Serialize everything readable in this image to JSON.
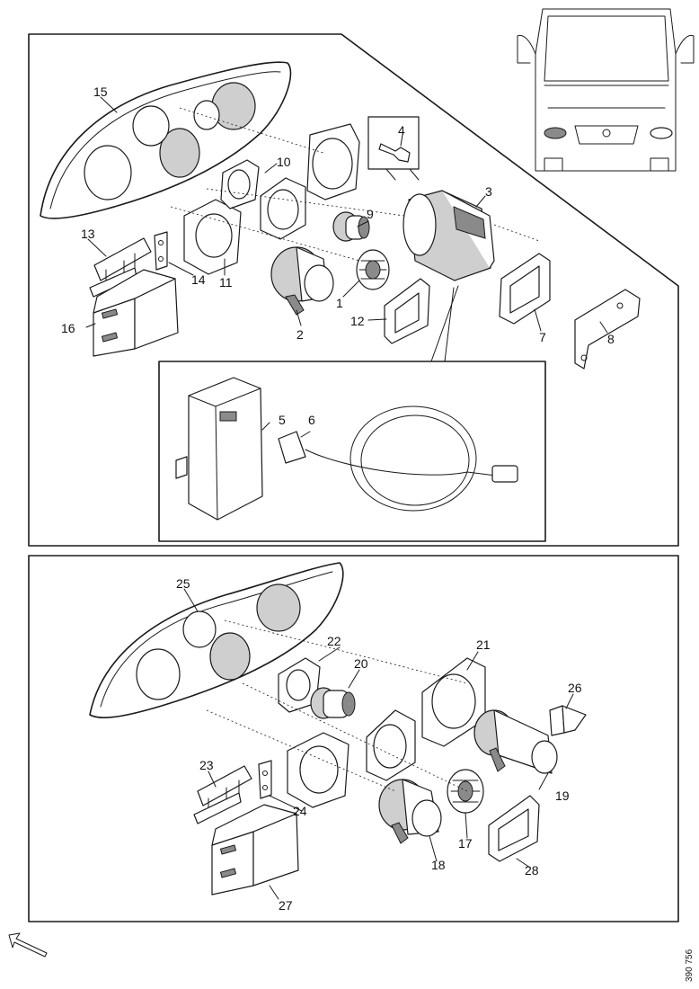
{
  "figure_code": "390 756",
  "callouts_top": {
    "n1": "1",
    "n2": "2",
    "n3": "3",
    "n4": "4",
    "n5": "5",
    "n6": "6",
    "n7": "7",
    "n8": "8",
    "n9": "9",
    "n10": "10",
    "n11": "11",
    "n12": "12",
    "n13": "13",
    "n14": "14",
    "n15": "15",
    "n16": "16"
  },
  "callouts_bottom": {
    "n17": "17",
    "n18": "18",
    "n19": "19",
    "n20": "20",
    "n21": "21",
    "n22": "22",
    "n23": "23",
    "n24": "24",
    "n25": "25",
    "n26": "26",
    "n27": "27",
    "n28": "28"
  },
  "icons": [
    "bus-front-icon",
    "direction-arrow-icon"
  ]
}
